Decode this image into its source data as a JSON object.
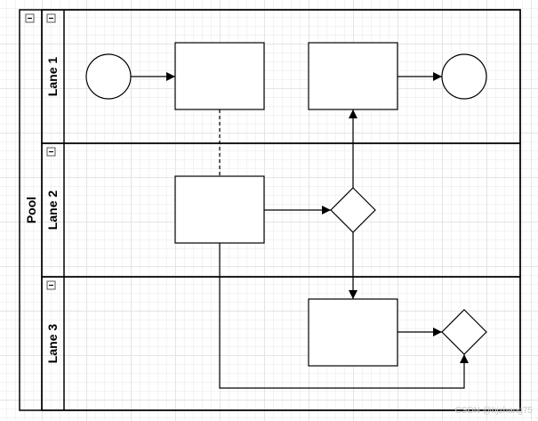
{
  "pool": {
    "label": "Pool"
  },
  "lanes": [
    {
      "label": "Lane 1"
    },
    {
      "label": "Lane 2"
    },
    {
      "label": "Lane 3"
    }
  ],
  "icons": {
    "collapse": "minus-box-icon"
  },
  "colors": {
    "stroke": "#000000",
    "fill": "#ffffff"
  },
  "watermark": "CSDN @bjzhang75"
}
